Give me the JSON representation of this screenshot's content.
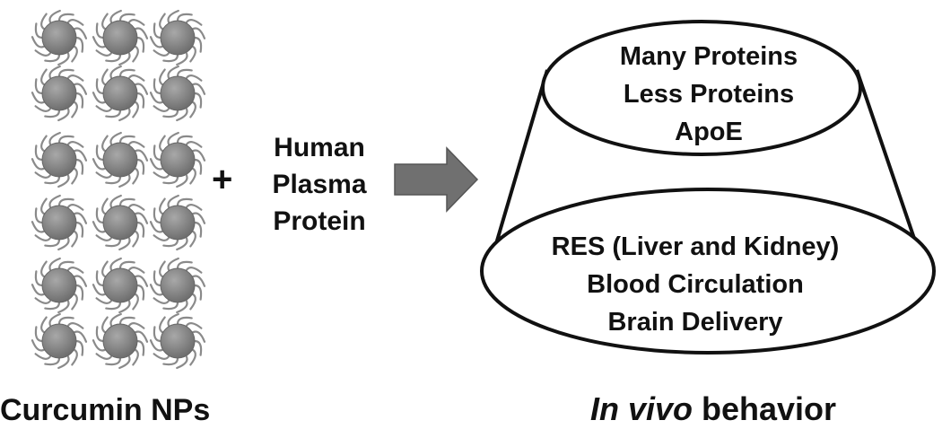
{
  "nanoparticles": {
    "caption": "Curcumin NPs",
    "rows": 6,
    "cols": 3,
    "color": "#777777"
  },
  "plus_symbol": "+",
  "plasma": {
    "lines": [
      "Human",
      "Plasma",
      "Protein"
    ]
  },
  "arrow": {
    "color": "#6f6f6f"
  },
  "cone": {
    "top_lines": [
      "Many Proteins",
      "Less Proteins",
      "ApoE"
    ],
    "bottom_lines": [
      "RES (Liver and Kidney)",
      "Blood Circulation",
      "Brain Delivery"
    ]
  },
  "behavior_caption": {
    "italic": "In vivo",
    "rest": " behavior"
  }
}
